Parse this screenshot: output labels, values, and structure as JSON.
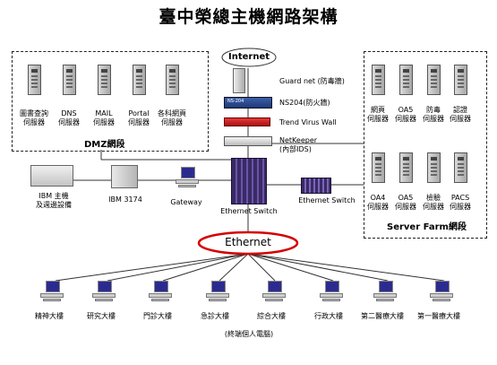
{
  "title": "臺中榮總主機網路架構",
  "internet": "Internet",
  "ethernet": "Ethernet",
  "dmz": {
    "group_label": "DMZ網段",
    "servers": [
      {
        "line1": "圖書查詢",
        "line2": "伺服器"
      },
      {
        "line1": "DNS",
        "line2": "伺服器"
      },
      {
        "line1": "MAIL",
        "line2": "伺服器"
      },
      {
        "line1": "Portal",
        "line2": "伺服器"
      },
      {
        "line1": "各科網頁",
        "line2": "伺服器"
      }
    ]
  },
  "security": {
    "guardnet": "Guard net (防毒牆)",
    "ns204": "NS204(防火牆)",
    "trend": "Trend Virus Wall",
    "netkeeper1": "NetKeeper",
    "netkeeper2": "(內部IDS)",
    "ns_device_text": "NS-204"
  },
  "core": {
    "switch_main": "Ethernet Switch",
    "switch_side": "Ethernet Switch",
    "gateway": "Gateway",
    "ibm3174": "IBM 3174",
    "ibm_host1": "IBM 主機",
    "ibm_host2": "及週邊設備"
  },
  "server_farm": {
    "group_label": "Server Farm網段",
    "row1": [
      {
        "line1": "網頁",
        "line2": "伺服器"
      },
      {
        "line1": "OA5",
        "line2": "伺服器"
      },
      {
        "line1": "防毒",
        "line2": "伺服器"
      },
      {
        "line1": "認證",
        "line2": "伺服器"
      }
    ],
    "row2": [
      {
        "line1": "OA4",
        "line2": "伺服器"
      },
      {
        "line1": "OA5",
        "line2": "伺服器"
      },
      {
        "line1": "檢驗",
        "line2": "伺服器"
      },
      {
        "line1": "PACS",
        "line2": "伺服器"
      }
    ]
  },
  "buildings": [
    "精神大樓",
    "研究大樓",
    "門診大樓",
    "急診大樓",
    "綜合大樓",
    "行政大樓",
    "第二醫療大樓",
    "第一醫療大樓"
  ],
  "terminal_note": "(終端個人電腦)"
}
